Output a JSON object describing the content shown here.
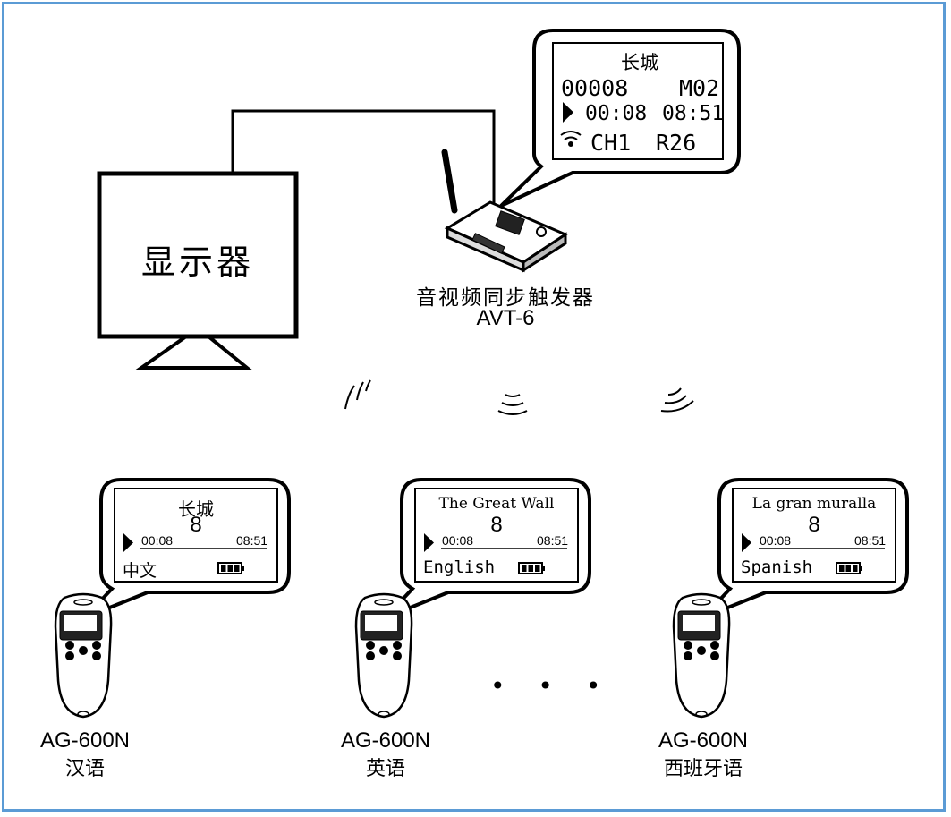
{
  "monitor": {
    "label": "显示器"
  },
  "transmitter": {
    "name": "音视频同步触发器",
    "model": "AVT-6",
    "screen": {
      "title": "长城",
      "number": "00008",
      "mode": "M02",
      "time_current": "00:08",
      "time_total": "08:51",
      "channel": "CH1",
      "repeat": "R26"
    }
  },
  "receivers": [
    {
      "model": "AG-600N",
      "language": "汉语",
      "screen": {
        "title": "长城",
        "track": "8",
        "time_current": "00:08",
        "time_total": "08:51",
        "lang_label": "中文"
      }
    },
    {
      "model": "AG-600N",
      "language": "英语",
      "screen": {
        "title": "The Great Wall",
        "track": "8",
        "time_current": "00:08",
        "time_total": "08:51",
        "lang_label": "English"
      }
    },
    {
      "model": "AG-600N",
      "language": "西班牙语",
      "screen": {
        "title": "La gran muralla",
        "track": "8",
        "time_current": "00:08",
        "time_total": "08:51",
        "lang_label": "Spanish"
      }
    }
  ],
  "ellipsis": "• • •",
  "icons": [
    "wifi-icon",
    "play-icon",
    "battery-icon",
    "signal-wave-icon",
    "antenna-icon"
  ],
  "colors": {
    "frame": "#5b9bd5",
    "line": "#000000"
  }
}
